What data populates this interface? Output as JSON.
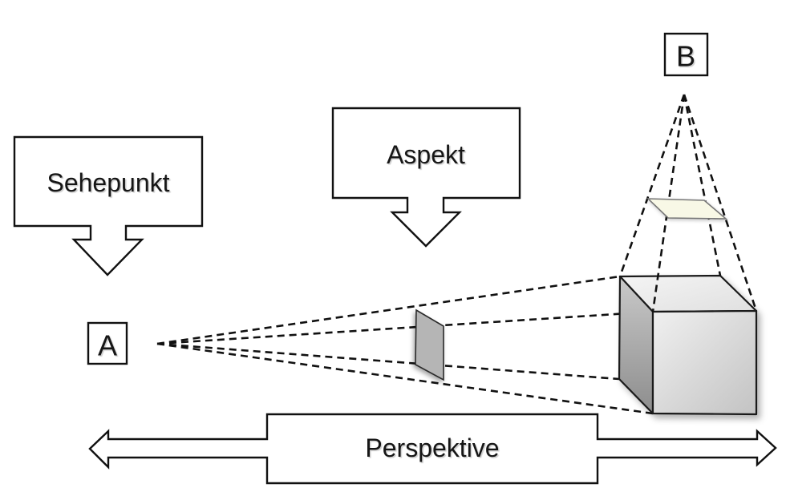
{
  "diagram": {
    "type": "perspective-construction-diagram",
    "callouts": {
      "sehepunkt": "Sehepunkt",
      "aspekt": "Aspekt"
    },
    "points": {
      "a": "A",
      "b": "B"
    },
    "axis_label": "Perspektive",
    "colors": {
      "background": "#ffffff",
      "ink": "#111111",
      "shape_fill": "#ffffff",
      "cube_top_light": "#f2f2f2",
      "cube_top_dark": "#e2e2e2",
      "cube_front_light": "#f0f0f0",
      "cube_front_dark": "#c3c3c3",
      "cube_side_light": "#c9c9c9",
      "cube_side_dark": "#8d8d8d",
      "picture_plane": "#b5b5b5",
      "section_plane": "#f8f8e6"
    }
  }
}
